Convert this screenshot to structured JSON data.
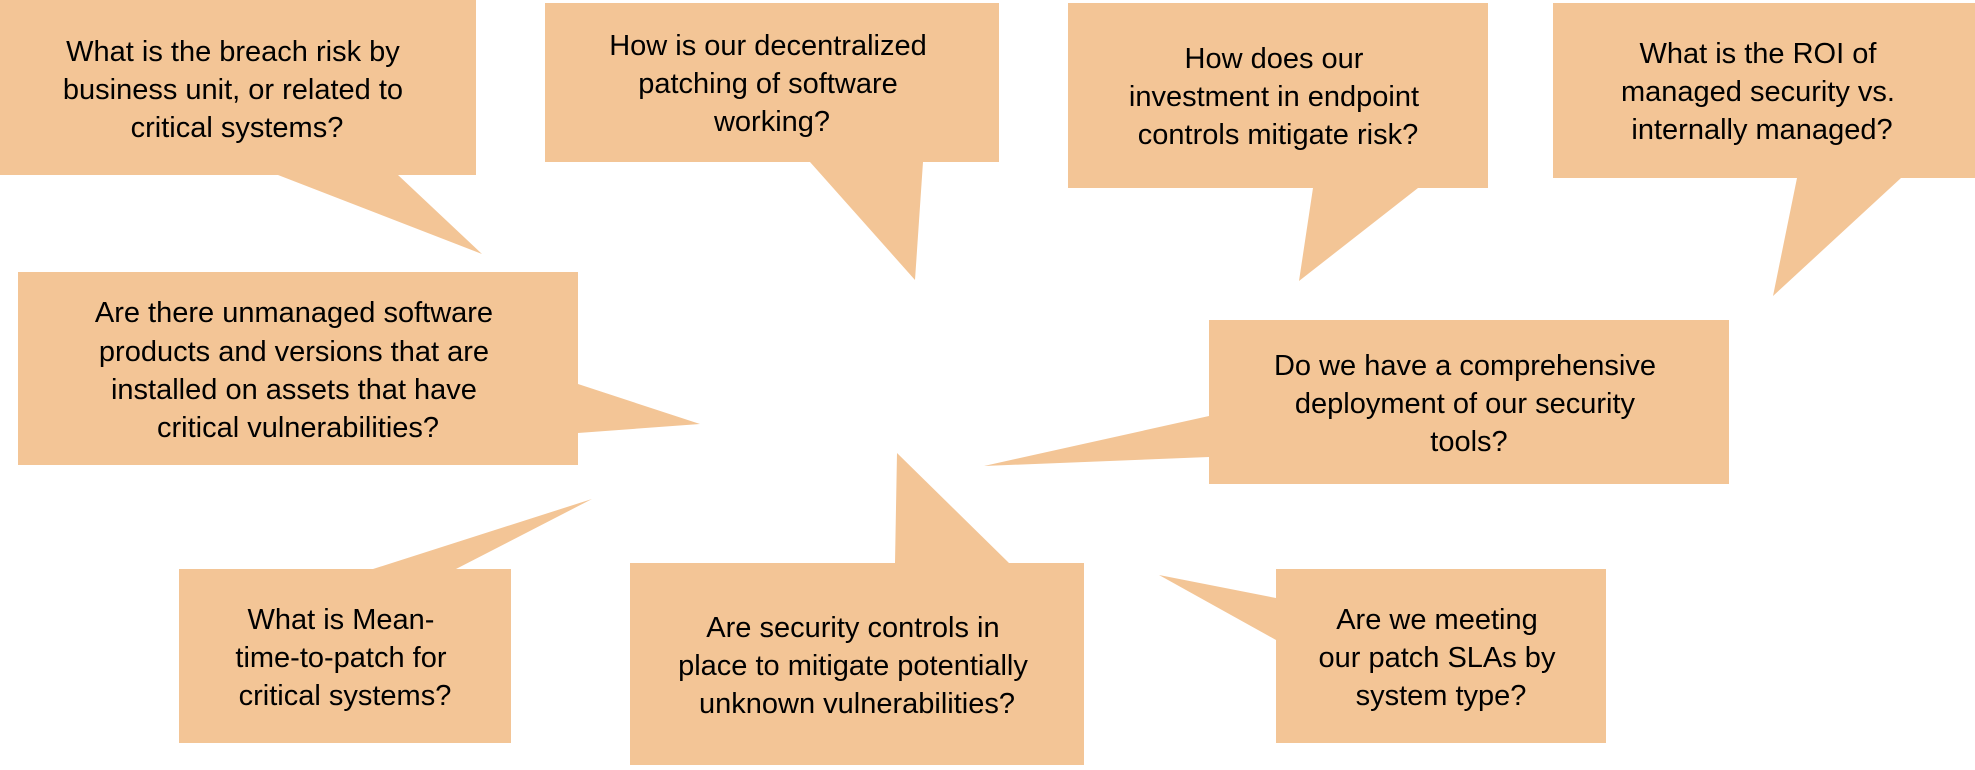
{
  "colors": {
    "bubble_fill": "#F3C596",
    "text": "#000000",
    "background": "#FFFFFF"
  },
  "bubbles": [
    {
      "id": "breach-risk",
      "lines": [
        "What is the breach risk by",
        "business unit, or related to",
        "critical systems?"
      ]
    },
    {
      "id": "decentralized-patching",
      "lines": [
        "How is our decentralized",
        "patching of software",
        "working?"
      ]
    },
    {
      "id": "endpoint-investment",
      "lines": [
        "How does our",
        "investment in endpoint",
        "controls mitigate risk?"
      ]
    },
    {
      "id": "roi-managed-security",
      "lines": [
        "What is the ROI of",
        "managed security vs.",
        "internally managed?"
      ]
    },
    {
      "id": "unmanaged-software",
      "lines": [
        "Are there unmanaged software",
        "products and versions that are",
        "installed on assets that have",
        "critical vulnerabilities?"
      ]
    },
    {
      "id": "security-tools-deployment",
      "lines": [
        "Do we have a comprehensive",
        "deployment of our security",
        "tools?"
      ]
    },
    {
      "id": "mean-time-to-patch",
      "lines": [
        "What is Mean-",
        "time-to-patch for",
        "critical systems?"
      ]
    },
    {
      "id": "unknown-vulnerabilities",
      "lines": [
        "Are security controls in",
        "place to mitigate potentially",
        "unknown vulnerabilities?"
      ]
    },
    {
      "id": "patch-slas",
      "lines": [
        "Are we meeting",
        "our patch SLAs by",
        "system type?"
      ]
    }
  ]
}
